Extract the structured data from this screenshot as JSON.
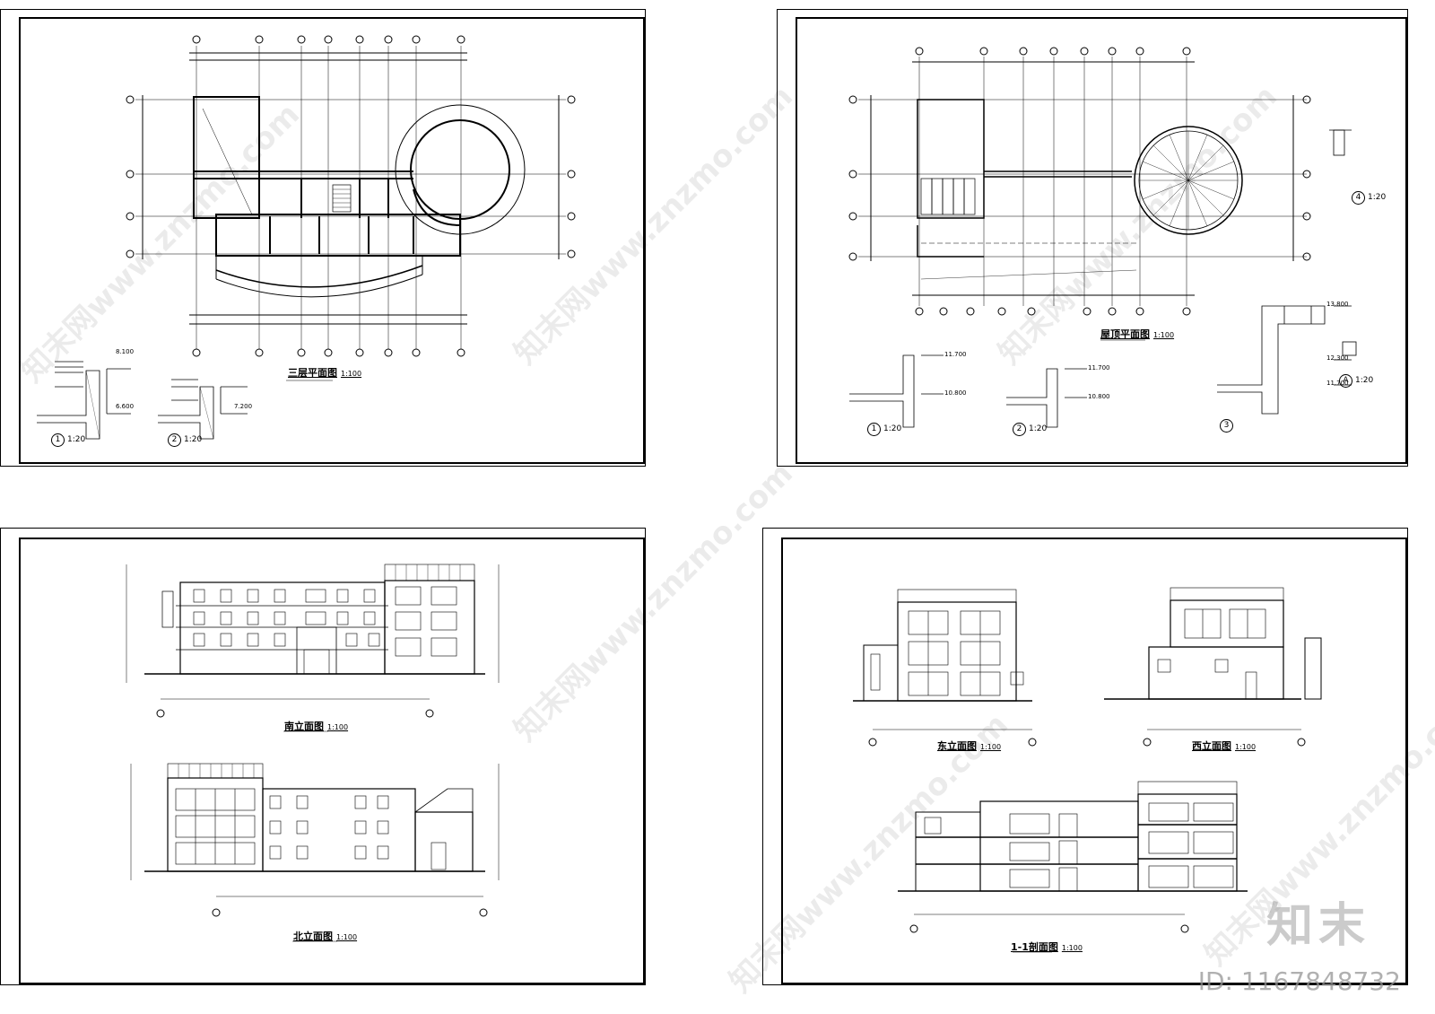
{
  "watermark": {
    "text": "知末网www.znzmo.com",
    "brand": "知末",
    "id_text": "ID: 1167848732"
  },
  "sheets": [
    {
      "key": "third-floor",
      "title": "三层平面图",
      "scale": "1:100",
      "details": [
        {
          "num": "1",
          "scale": "1:20"
        },
        {
          "num": "2",
          "scale": "1:20"
        }
      ],
      "elevations": [
        "8.100",
        "6.600",
        "7.200"
      ]
    },
    {
      "key": "roof",
      "title": "屋顶平面图",
      "scale": "1:100",
      "details": [
        {
          "num": "1",
          "scale": "1:20"
        },
        {
          "num": "2",
          "scale": "1:20"
        },
        {
          "num": "3",
          "scale": ""
        },
        {
          "num": "4",
          "scale": "1:20"
        },
        {
          "num": "A",
          "scale": "1:20"
        }
      ],
      "elevations": [
        "11.700",
        "10.800",
        "11.700",
        "10.800",
        "13.800",
        "12.300",
        "11.700"
      ]
    },
    {
      "key": "south-north",
      "title_top": "南立面图",
      "scale_top": "1:100",
      "title_bottom": "北立面图",
      "scale_bottom": "1:100"
    },
    {
      "key": "east-west-section",
      "title_east": "东立面图",
      "scale_east": "1:100",
      "title_west": "西立面图",
      "scale_west": "1:100",
      "title_section": "1-1剖面图",
      "scale_section": "1:100"
    }
  ]
}
